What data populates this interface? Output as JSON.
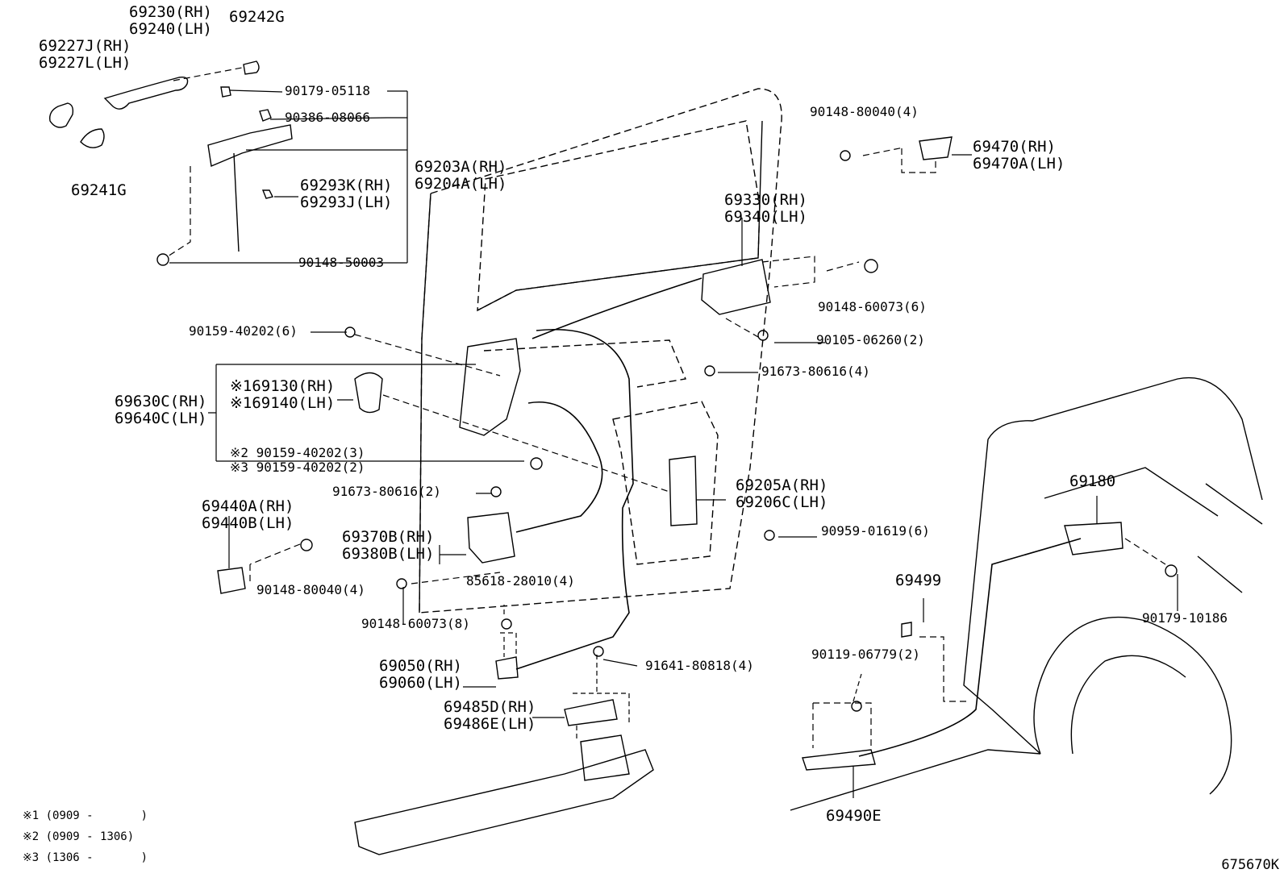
{
  "callouts": {
    "c69230": [
      "69230(RH)",
      "69240(LH)"
    ],
    "c69242G": [
      "69242G"
    ],
    "c69227": [
      "69227J(RH)",
      "69227L(LH)"
    ],
    "c69241G": [
      "69241G"
    ],
    "c90179_05118": [
      "90179-05118"
    ],
    "c90386": [
      "90386-08066"
    ],
    "c69203": [
      "69203A(RH)",
      "69204A(LH)"
    ],
    "c69293": [
      "69293K(RH)",
      "69293J(LH)"
    ],
    "c90148_50003": [
      "90148-50003"
    ],
    "c90148_80040_top": [
      "90148-80040(4)"
    ],
    "c69470": [
      "69470(RH)",
      "69470A(LH)"
    ],
    "c69330": [
      "69330(RH)",
      "69340(LH)"
    ],
    "c90148_60073_6": [
      "90148-60073(6)"
    ],
    "c90105": [
      "90105-06260(2)"
    ],
    "c90159_6": [
      "90159-40202(6)"
    ],
    "c91673_4": [
      "91673-80616(4)"
    ],
    "c69630": [
      "69630C(RH)",
      "69640C(LH)"
    ],
    "c69130": [
      "※169130(RH)",
      "※169140(LH)"
    ],
    "c90159_var": [
      "※2 90159-40202(3)",
      "※3 90159-40202(2)"
    ],
    "c91673_2": [
      "91673-80616(2)"
    ],
    "c69205": [
      "69205A(RH)",
      "69206C(LH)"
    ],
    "c69180": [
      "69180"
    ],
    "c69440": [
      "69440A(RH)",
      "69440B(LH)"
    ],
    "c69370": [
      "69370B(RH)",
      "69380B(LH)"
    ],
    "c90959": [
      "90959-01619(6)"
    ],
    "c85618": [
      "85618-28010(4)"
    ],
    "c90148_80040_left": [
      "90148-80040(4)"
    ],
    "c90148_60073_8": [
      "90148-60073(8)"
    ],
    "c69499": [
      "69499"
    ],
    "c90179_10186": [
      "90179-10186"
    ],
    "c90119": [
      "90119-06779(2)"
    ],
    "c69050": [
      "69050(RH)",
      "69060(LH)"
    ],
    "c91641": [
      "91641-80818(4)"
    ],
    "c69485": [
      "69485D(RH)",
      "69486E(LH)"
    ],
    "c69490E": [
      "69490E"
    ]
  },
  "legend": [
    "※1 (0909 -       )",
    "※2 (0909 - 1306)",
    "※3 (1306 -       )"
  ],
  "reference_code": "675670K",
  "colors": {
    "ink": "#000000",
    "background": "#ffffff"
  }
}
